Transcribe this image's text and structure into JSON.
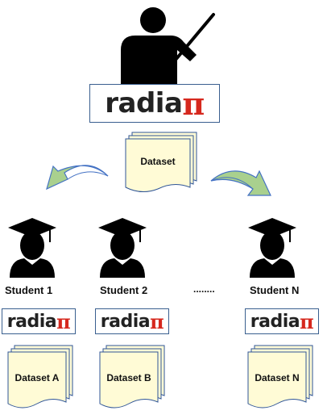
{
  "teacher": {
    "icon": "teacher-pointer-icon",
    "logo": {
      "text": "radia",
      "pi": "π",
      "pi_color": "#d6281e",
      "text_color": "#222222"
    },
    "dataset_label": "Dataset"
  },
  "arrows": {
    "color": "#a9d08e",
    "outline": "#4472c4"
  },
  "document_fill": "#fffbd6",
  "document_outline": "#2f5597",
  "students": [
    {
      "name": "Student 1",
      "dataset": "Dataset A",
      "icon": "graduate-icon"
    },
    {
      "name": "Student 2",
      "dataset": "Dataset B",
      "icon": "graduate-icon"
    },
    {
      "name": "Student N",
      "dataset": "Dataset N",
      "icon": "graduate-icon"
    }
  ],
  "ellipsis": "........"
}
